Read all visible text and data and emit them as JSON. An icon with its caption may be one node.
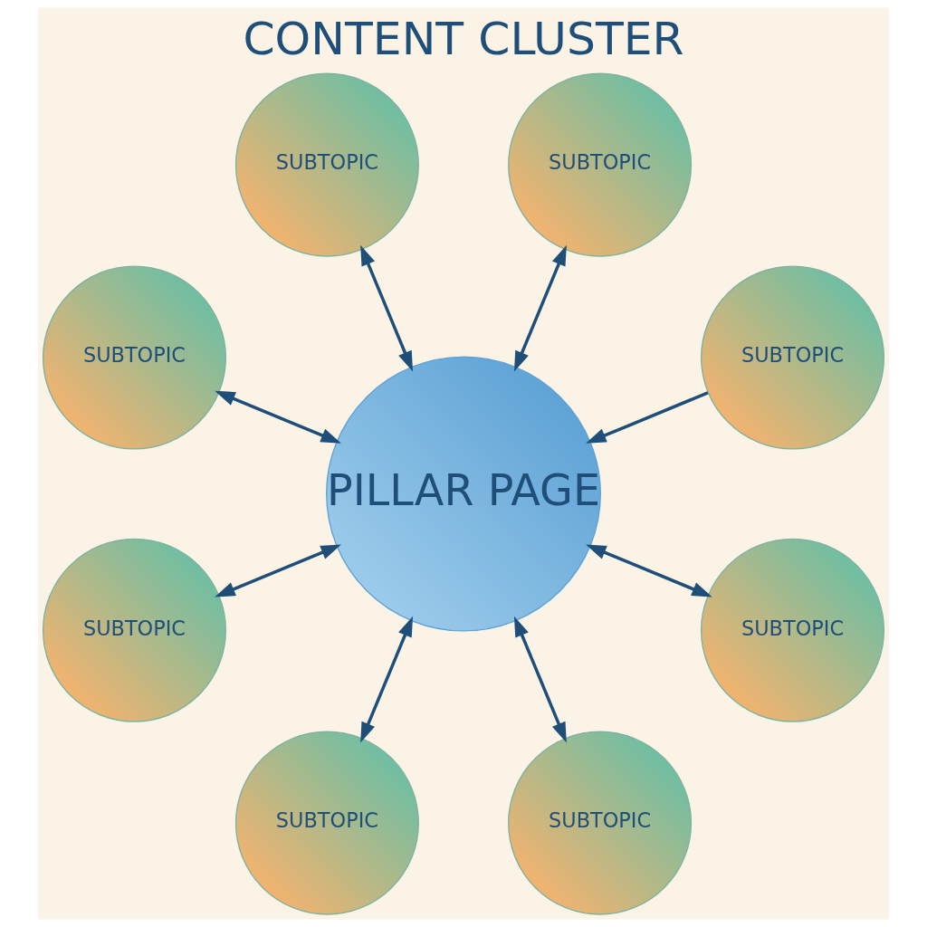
{
  "diagram": {
    "title": "CONTENT CLUSTER",
    "nodes": [
      {
        "text": [
          "SUBTOPIC"
        ]
      },
      {
        "text": [
          "SUBTOPIC"
        ]
      },
      {
        "text": [
          "SUBTOPIC"
        ]
      },
      {
        "text": [
          "SUBTOPIC"
        ]
      },
      {
        "text": [
          "PILLAR PAGE"
        ]
      },
      {
        "text": [
          "SUBTOPIC"
        ]
      },
      {
        "text": [
          "SUBTOPIC"
        ]
      },
      {
        "text": [
          "SUBTOPIC"
        ]
      },
      {
        "text": [
          "SUBTOPIC"
        ]
      }
    ],
    "edges": [
      {
        "from": 0,
        "to": 4,
        "arrow": "to"
      },
      {
        "from": 1,
        "to": 4,
        "arrow": "both"
      },
      {
        "from": 2,
        "to": 4,
        "arrow": "both"
      },
      {
        "from": 3,
        "to": 4,
        "arrow": "both"
      },
      {
        "from": 5,
        "to": 4,
        "arrow": "both"
      },
      {
        "from": 6,
        "to": 4,
        "arrow": "both"
      },
      {
        "from": 7,
        "to": 4,
        "arrow": "both"
      },
      {
        "from": 8,
        "to": 4,
        "arrow": "both"
      }
    ]
  }
}
